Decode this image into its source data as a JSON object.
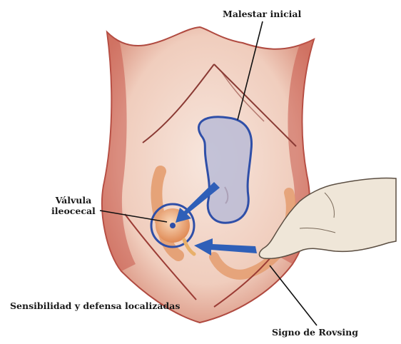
{
  "labels": {
    "malestar_inicial": "Malestar inicial",
    "valvula_line1": "Válvula",
    "valvula_line2": "ileocecal",
    "sensibilidad": "Sensibilidad y defensa localizadas",
    "signo_rovsing": "Signo de Rovsing"
  },
  "colors": {
    "skin": "#f2d2c4",
    "skin_edge": "#c0504d",
    "region_outline": "#2f4fa8",
    "region_fill": "#b6b9d6",
    "arrow": "#2f5fb8",
    "bowel": "#e7a77a",
    "hand": "#efe6d8"
  }
}
